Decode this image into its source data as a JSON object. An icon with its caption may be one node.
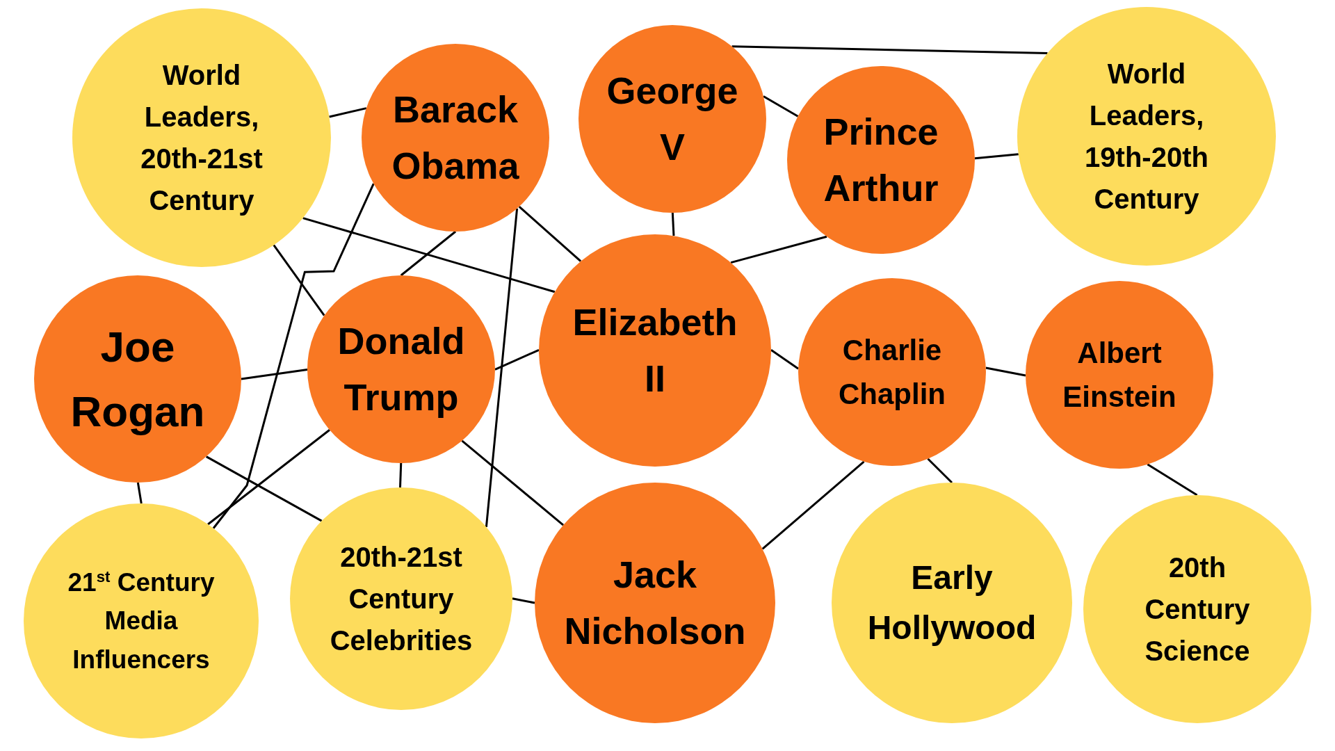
{
  "diagram": {
    "nodes": [
      {
        "text": [
          "World Leaders, 20th-21st Century"
        ]
      },
      {
        "text": [
          "Barack Obama"
        ]
      },
      {
        "text": [
          "George V"
        ]
      },
      {
        "text": [
          "Prince Arthur"
        ]
      },
      {
        "text": [
          "World Leaders, 19th-20th Century"
        ]
      },
      {
        "text": [
          "Joe Rogan"
        ]
      },
      {
        "text": [
          "Donald Trump"
        ]
      },
      {
        "text": [
          "Elizabeth II"
        ]
      },
      {
        "text": [
          "Charlie Chaplin"
        ]
      },
      {
        "text": [
          "Albert Einstein"
        ]
      },
      {
        "text": [
          "21$^{st}$ Century Media Influencers"
        ]
      },
      {
        "text": [
          "20th-21st Century Celebrities"
        ]
      },
      {
        "text": [
          "Jack Nicholson"
        ]
      },
      {
        "text": [
          "Early Hollywood"
        ]
      },
      {
        "text": [
          "20th Century Science"
        ]
      }
    ],
    "edges": [
      {
        "from": 0,
        "to": 1,
        "arrow": "none"
      },
      {
        "from": 0,
        "to": 7,
        "arrow": "none"
      },
      {
        "from": 0,
        "to": 6,
        "arrow": "none"
      },
      {
        "from": 1,
        "to": 6,
        "arrow": "none"
      },
      {
        "from": 1,
        "to": 7,
        "arrow": "none"
      },
      {
        "from": 1,
        "to": 10,
        "arrow": "none"
      },
      {
        "from": 1,
        "to": 11,
        "arrow": "none"
      },
      {
        "from": 2,
        "to": 3,
        "arrow": "none"
      },
      {
        "from": 2,
        "to": 4,
        "arrow": "none"
      },
      {
        "from": 2,
        "to": 7,
        "arrow": "none"
      },
      {
        "from": 3,
        "to": 4,
        "arrow": "none"
      },
      {
        "from": 3,
        "to": 7,
        "arrow": "none"
      },
      {
        "from": 5,
        "to": 6,
        "arrow": "none"
      },
      {
        "from": 5,
        "to": 10,
        "arrow": "none"
      },
      {
        "from": 5,
        "to": 11,
        "arrow": "none"
      },
      {
        "from": 6,
        "to": 7,
        "arrow": "none"
      },
      {
        "from": 6,
        "to": 10,
        "arrow": "none"
      },
      {
        "from": 6,
        "to": 11,
        "arrow": "none"
      },
      {
        "from": 6,
        "to": 12,
        "arrow": "none"
      },
      {
        "from": 7,
        "to": 8,
        "arrow": "none"
      },
      {
        "from": 8,
        "to": 9,
        "arrow": "none"
      },
      {
        "from": 8,
        "to": 13,
        "arrow": "none"
      },
      {
        "from": 8,
        "to": 12,
        "arrow": "none"
      },
      {
        "from": 9,
        "to": 14,
        "arrow": "none"
      },
      {
        "from": 11,
        "to": 12,
        "arrow": "none"
      }
    ]
  }
}
